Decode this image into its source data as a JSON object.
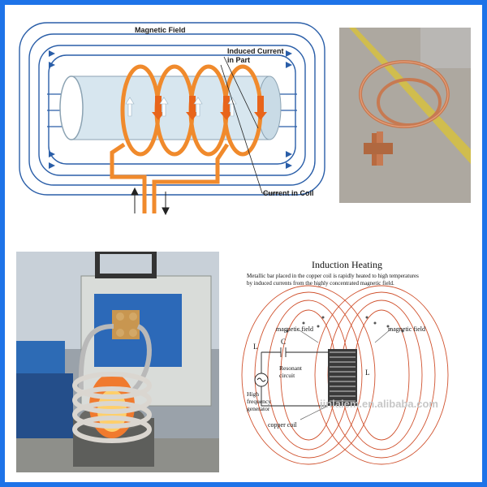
{
  "border_color": "#1e73e8",
  "diagram1": {
    "magnetic_field": "Magnetic Field",
    "induced_current_line1": "Induced Current",
    "induced_current_line2": "in Part",
    "current_in_coil": "Current in Coil",
    "coil_color": "#f08a2c",
    "field_color": "#2a5ea8"
  },
  "photo_coil": {
    "description_icon": "copper-induction-coil-photo"
  },
  "photo_heater": {
    "description_icon": "induction-heater-machine-photo"
  },
  "diagram2": {
    "title": "Induction Heating",
    "subtitle_line1": "Metallic bar placed in the copper coil is rapidly heated to high temperatures",
    "subtitle_line2": "by induced currents from the highly concentrated magnetic field.",
    "label_magnetic_field_left": "magnetic field",
    "label_magnetic_field_right": "magnetic field",
    "label_L_left": "L",
    "label_C": "C",
    "label_L_right": "L",
    "label_resonant": "Resonant",
    "label_circuit": "circuit",
    "label_high": "High",
    "label_frequency": "frequency",
    "label_generator": "generator",
    "label_copper_coil": "copper coil",
    "watermark": "jinlaiem.en.alibaba.com"
  }
}
